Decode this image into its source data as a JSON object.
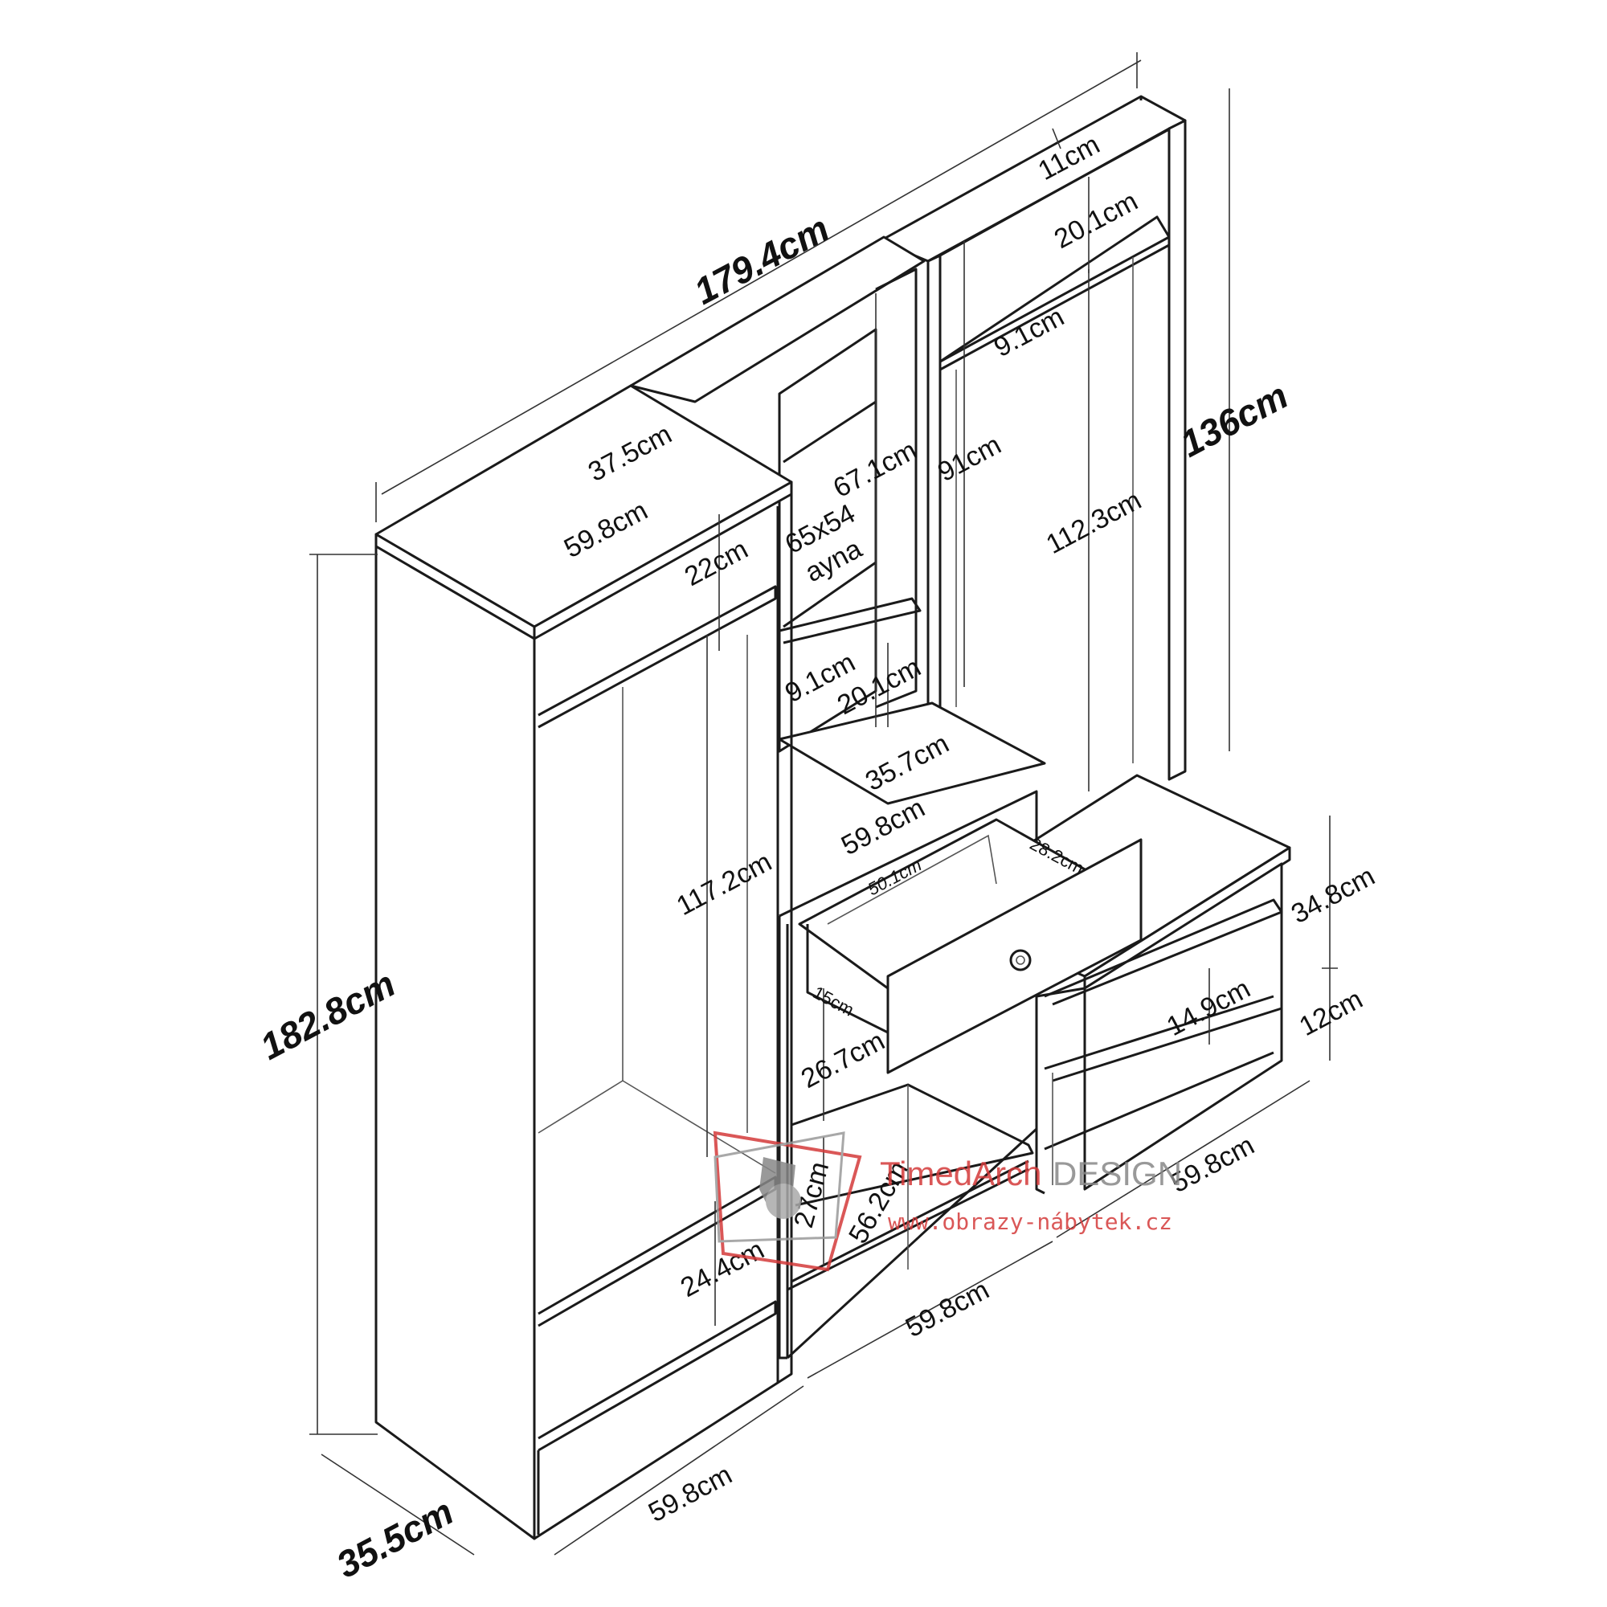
{
  "dimensions": {
    "total_width": "179.4cm",
    "left_depth_top": "37.5cm",
    "left_width_top": "59.8cm",
    "left_top_shelf": "22cm",
    "left_inner_height": "117.2cm",
    "left_bottom_shelf": "24.4cm",
    "left_height": "182.8cm",
    "depth": "35.5cm",
    "left_width_bottom": "59.8cm",
    "mirror_height": "67.1cm",
    "mirror_size": "65x54",
    "mirror_label": "ayna",
    "mid_depth_a": "9.1cm",
    "mid_shelf_a": "20.1cm",
    "mid_depth_top": "35.7cm",
    "mid_width_top": "59.8cm",
    "drawer_width": "50.1cm",
    "drawer_depth": "28.2cm",
    "drawer_height": "15cm",
    "mid_open_height": "26.7cm",
    "mid_lower_height": "27cm",
    "mid_lower_width": "56.2cm",
    "mid_width_bottom": "59.8cm",
    "right_top_gap": "11cm",
    "right_top_shelf": "20.1cm",
    "right_depth_a": "9.1cm",
    "right_panel_height": "91cm",
    "right_inner_height": "112.3cm",
    "right_height": "136cm",
    "bench_height": "34.8cm",
    "bench_shelf": "14.9cm",
    "bench_base": "12cm",
    "right_width_bottom": "59.8cm"
  },
  "watermark": {
    "brand_red": "TimedArch",
    "brand_grey": "DESIGN",
    "url": "www.obrazy-nábytek.cz"
  },
  "colors": {
    "watermark_red": "#d43a3a",
    "watermark_grey": "#888888"
  }
}
